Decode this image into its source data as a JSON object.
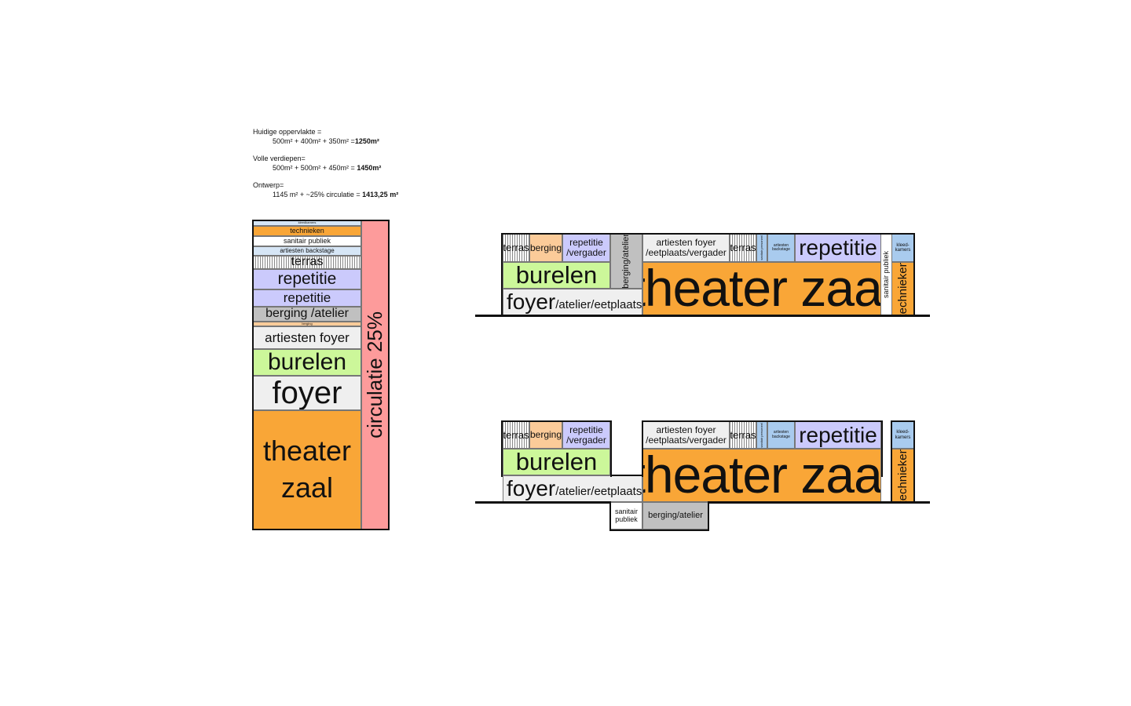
{
  "summary": {
    "l1": "Huidige oppervlakte =",
    "l1v": "500m² + 400m² + 350m² =",
    "l1r": "1250m²",
    "l2": "Volle verdiepen=",
    "l2v": "500m² + 500m² + 450m² = ",
    "l2r": "1450m²",
    "l3": "Ontwerp=",
    "l3v": "1145 m² + ~25% circulatie = ",
    "l3r": "1413,25 m²"
  },
  "column": {
    "kleedkamers": "kleedkamers",
    "technieken": "technieken",
    "sanitair": "sanitair publiek",
    "backstage": "artiesten backstage",
    "terras": "terras",
    "repetitie1": "repetitie",
    "repetitie2": "repetitie",
    "berging_atelier": "berging /atelier",
    "berging": "berging",
    "foyer_artiesten": "artiesten foyer",
    "burelen": "burelen",
    "foyer": "foyer",
    "theater1": "theater",
    "theater2": "zaal",
    "circulatie": "circulatie 25%"
  },
  "section": {
    "terras": "terras",
    "berging": "berging",
    "repetitie_vergader": "repetitie /vergader",
    "berging_atelier": "berging/atelier",
    "artiesten_foyer": "artiesten foyer /eetplaats/vergader",
    "sanitair_personeel": "sanitair personeel",
    "artiesten_backstage": "artiesten backstage",
    "repetitie": "repetitie",
    "sanitair_publiek": "sanitair publiek",
    "kleedkamers": "kleed-kamers",
    "burelen": "burelen",
    "foyer": "foyer",
    "foyer_rest": "/atelier/eetplaats",
    "theater": "theater zaal",
    "technieken": "technieken",
    "sanitair_kort": "sanitair publiek"
  }
}
